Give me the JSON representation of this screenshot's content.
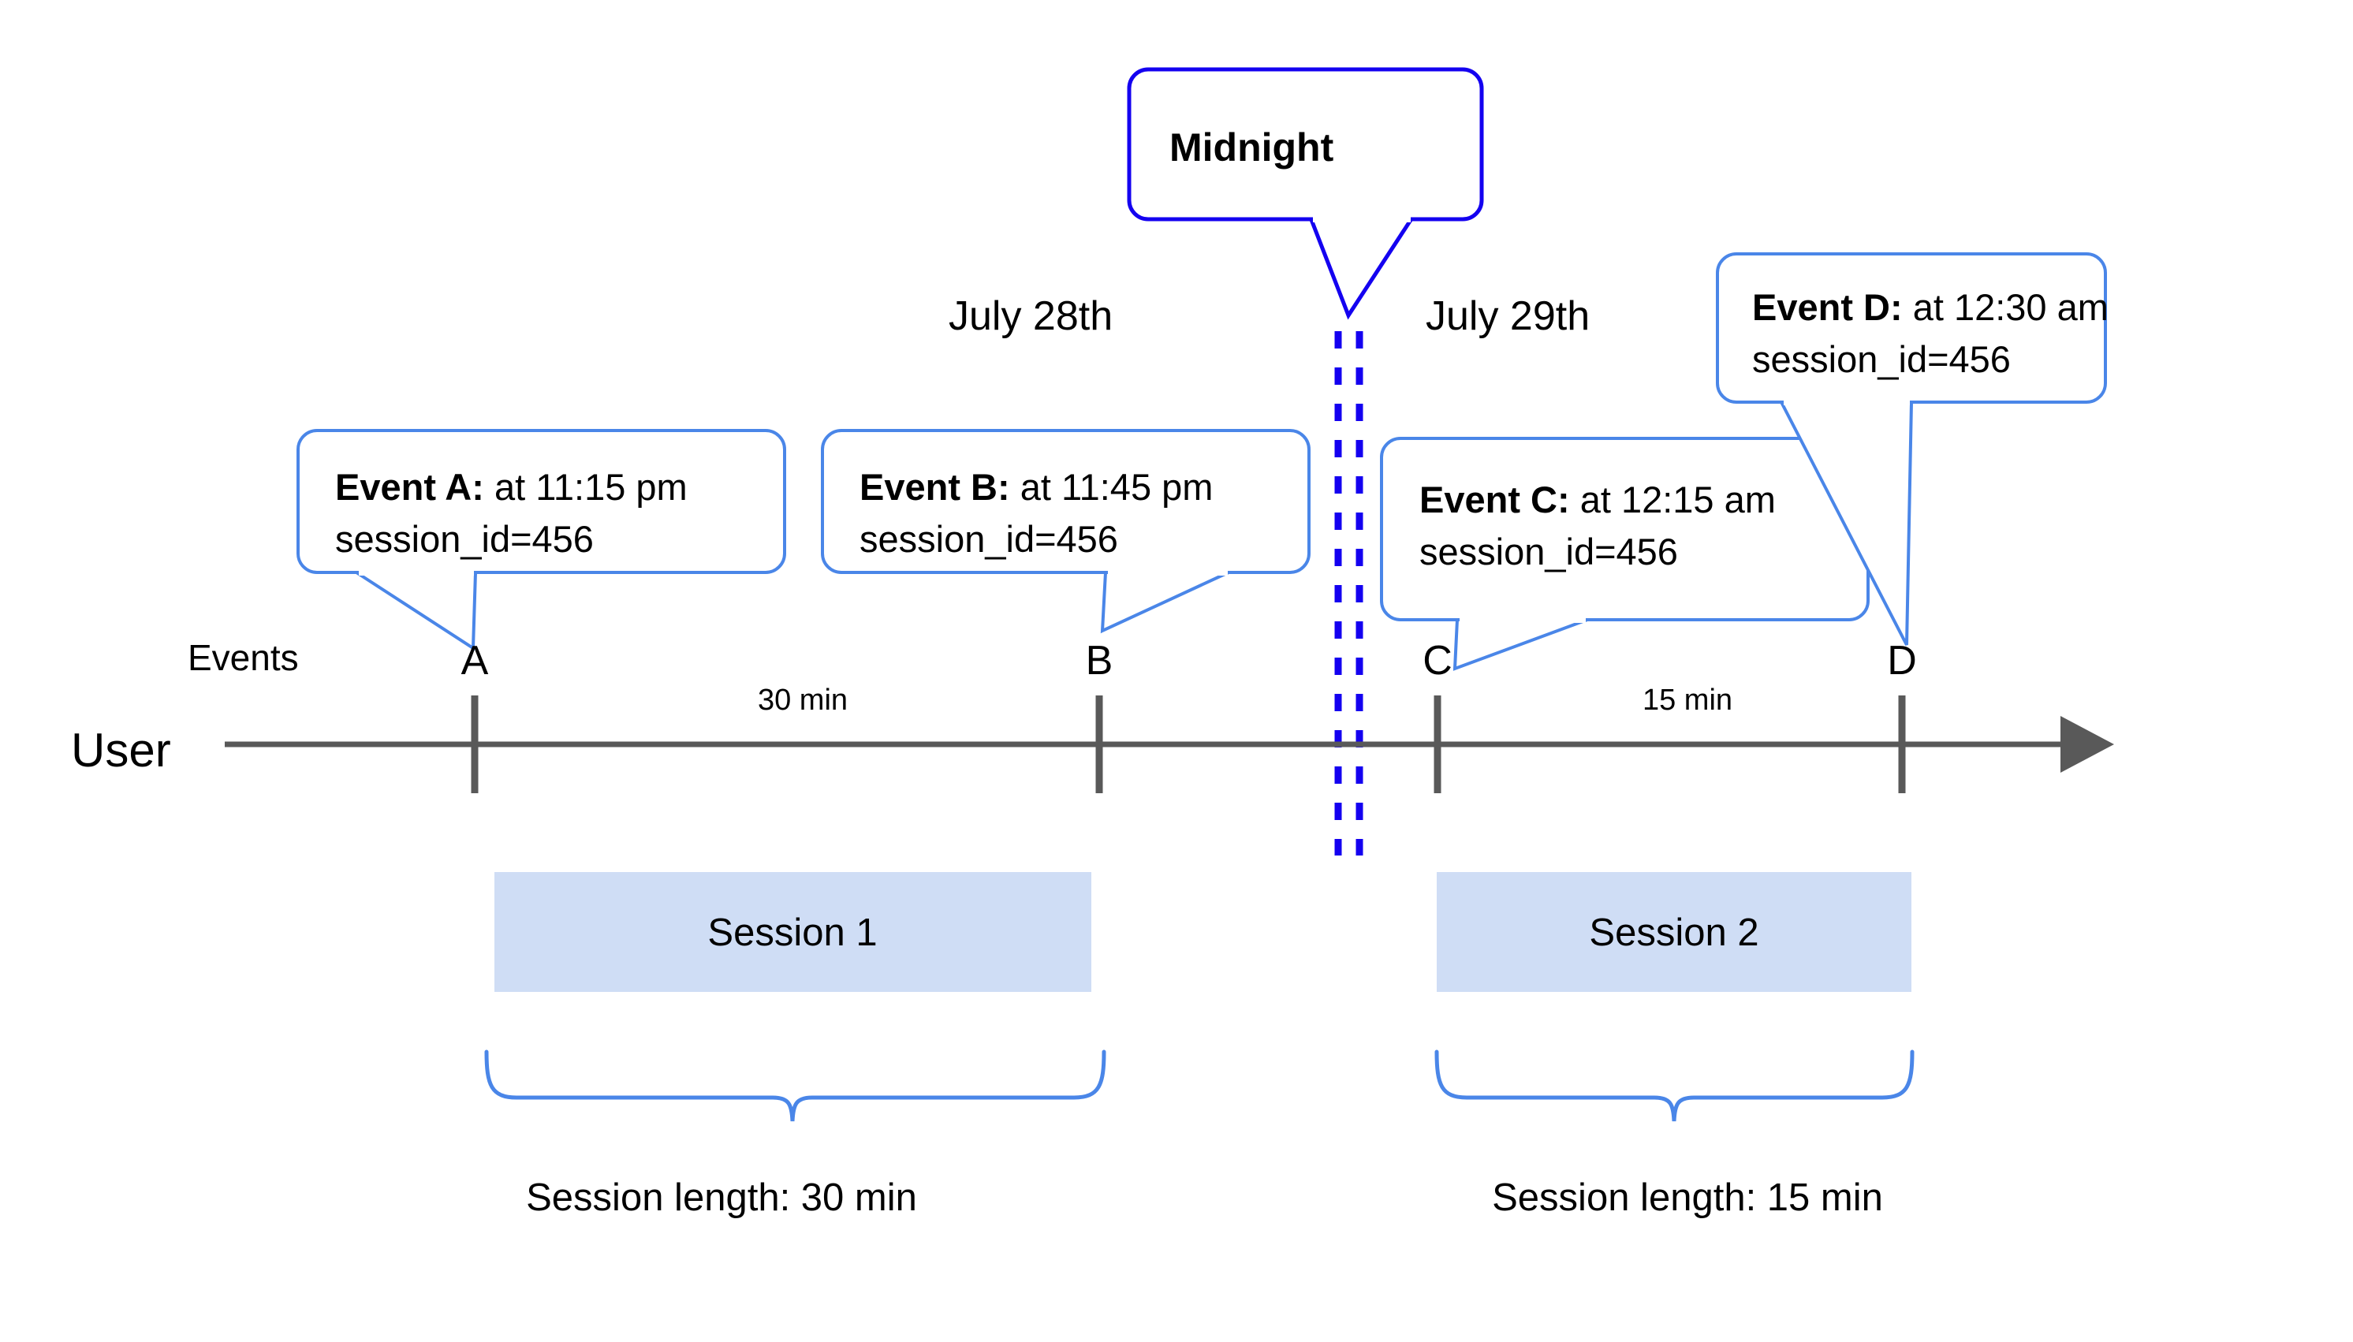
{
  "diagram": {
    "title_callout": {
      "label": "Midnight"
    },
    "dates": [
      {
        "label": "July 28th"
      },
      {
        "label": "July 29th"
      }
    ],
    "row_labels": {
      "events": "Events",
      "user": "User"
    },
    "event_callouts": [
      {
        "id": "A",
        "bold": "Event A:",
        "rest": " at 11:15 pm",
        "line2": "session_id=456"
      },
      {
        "id": "B",
        "bold": "Event B:",
        "rest": " at 11:45 pm",
        "line2": "session_id=456"
      },
      {
        "id": "C",
        "bold": "Event C:",
        "rest": " at 12:15 am",
        "line2": "session_id=456"
      },
      {
        "id": "D",
        "bold": "Event D:",
        "rest": " at 12:30 am",
        "line2": "session_id=456"
      }
    ],
    "tick_labels": [
      "A",
      "B",
      "C",
      "D"
    ],
    "intervals": [
      {
        "label": "30 min"
      },
      {
        "label": "15 min"
      }
    ],
    "sessions": [
      {
        "name": "Session 1",
        "length_label": "Session length: 30 min"
      },
      {
        "name": "Session 2",
        "length_label": "Session length: 15 min"
      }
    ],
    "colors": {
      "callout_stroke": "#4A86E8",
      "midnight_stroke": "#1400F0",
      "session_fill": "#CFDDF5",
      "axis": "#595959",
      "text": "#000000",
      "background": "#FFFFFF"
    }
  }
}
